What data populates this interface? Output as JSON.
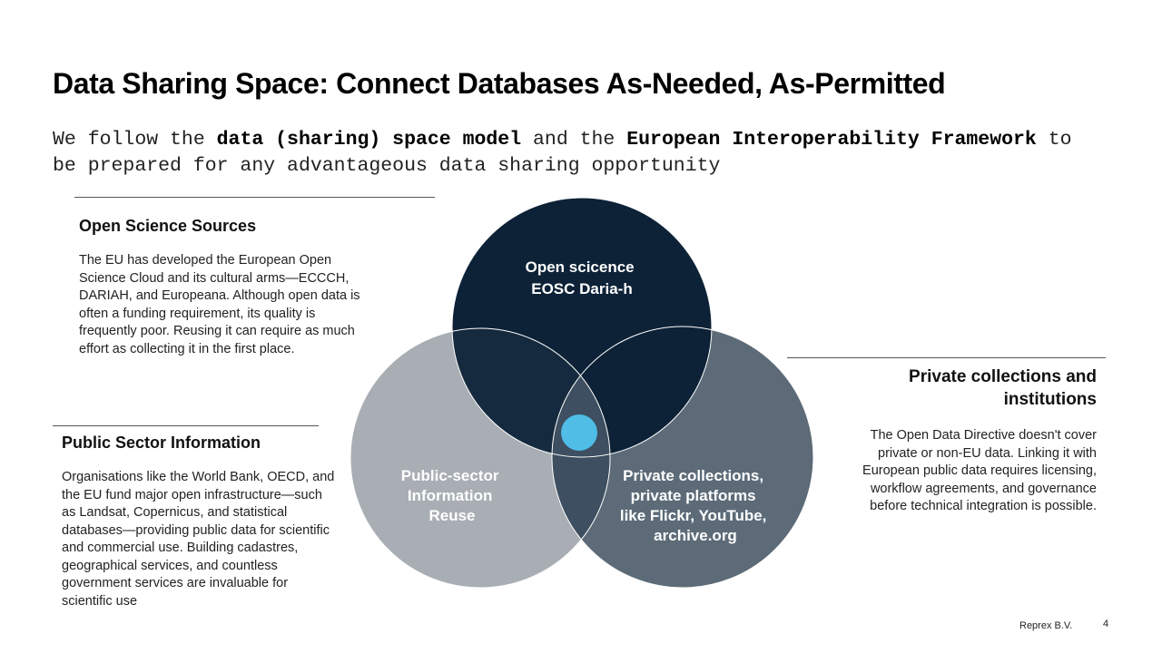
{
  "title": "Data Sharing Space: Connect Databases As-Needed, As-Permitted",
  "subtitle": {
    "t1": "We follow the ",
    "b1": "data (sharing) space model",
    "t2": " and the ",
    "b2": "European Interoperability Framework",
    "t3": " to be prepared for any advantageous data sharing opportunity"
  },
  "panels": {
    "open_science": {
      "heading": "Open Science Sources",
      "body": "The EU has developed the European Open Science Cloud and its cultural arms—ECCCH, DARIAH, and Europeana. Although open data is often a funding requirement, its quality is frequently poor. Reusing it can require as much effort as collecting it in the first place."
    },
    "public_sector": {
      "heading": "Public Sector Information",
      "body": "Organisations like the World Bank, OECD, and the EU fund major open infrastructure—such as Landsat, Copernicus, and statistical databases—providing public data for scientific and commercial use. Building cadastres, geographical services, and countless government services are invaluable for scientific use"
    },
    "private": {
      "heading": "Private collections and institutions",
      "body": "The Open Data Directive doesn't cover private or non-EU data. Linking it with European public data requires licensing, workflow agreements, and governance before technical integration is possible."
    }
  },
  "venn": {
    "top": {
      "line1": "Open scicence",
      "line2": "EOSC Daria-h"
    },
    "left": {
      "line1": "Public-sector",
      "line2": "Information",
      "line3": "Reuse"
    },
    "right": {
      "line1": "Private collections,",
      "line2": "private platforms",
      "line3": "like Flickr, YouTube,",
      "line4": "archive.org"
    }
  },
  "colors": {
    "top_circle": "#0d2237",
    "left_circle": "#a8aeb4",
    "right_circle": "#5d6b78",
    "overlap_left": "#152a3e",
    "overlap_right": "#3d4f60",
    "center_dot": "#4fbde6"
  },
  "footer": {
    "company": "Reprex B.V.",
    "page": "4"
  }
}
